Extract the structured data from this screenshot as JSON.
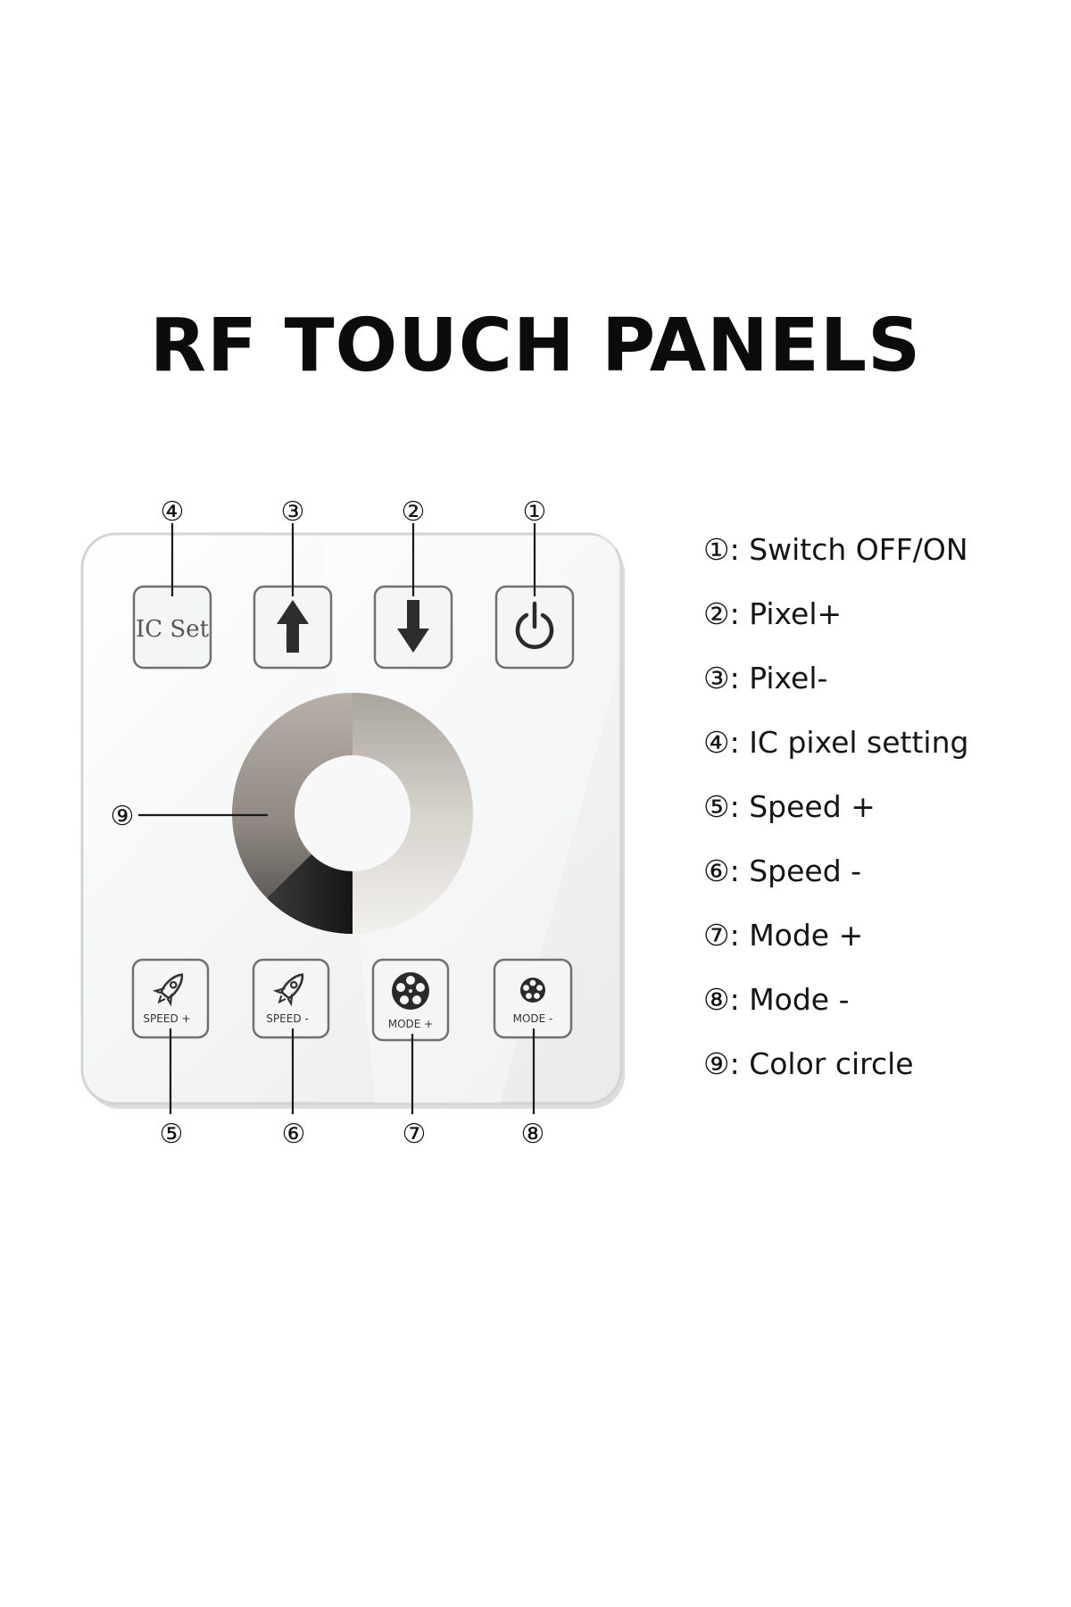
{
  "title": "RF TOUCH PANELS",
  "callout_markers": [
    "①",
    "②",
    "③",
    "④",
    "⑤",
    "⑥",
    "⑦",
    "⑧",
    "⑨"
  ],
  "buttons": {
    "ic_set_label": "IC Set",
    "speed_plus_label": "SPEED +",
    "speed_minus_label": "SPEED -",
    "mode_plus_label": "MODE +",
    "mode_minus_label": "MODE -"
  },
  "icons": {
    "power": "power-icon",
    "pixel_plus": "arrow-down-icon",
    "pixel_minus": "arrow-up-icon",
    "speed": "rocket-icon",
    "mode": "film-reel-icon"
  },
  "legend": [
    "①: Switch OFF/ON",
    "②: Pixel+",
    "③: Pixel-",
    "④: IC pixel setting",
    "⑤: Speed +",
    "⑥: Speed -",
    "⑦: Mode +",
    "⑧: Mode -",
    "⑨: Color circle"
  ],
  "colors": {
    "panel": "#f2f3f3",
    "button_border": "#6e6e6e",
    "ring_light": "#e8e6e2",
    "ring_mid": "#a9a39d",
    "ring_dark": "#2a2a2a"
  }
}
